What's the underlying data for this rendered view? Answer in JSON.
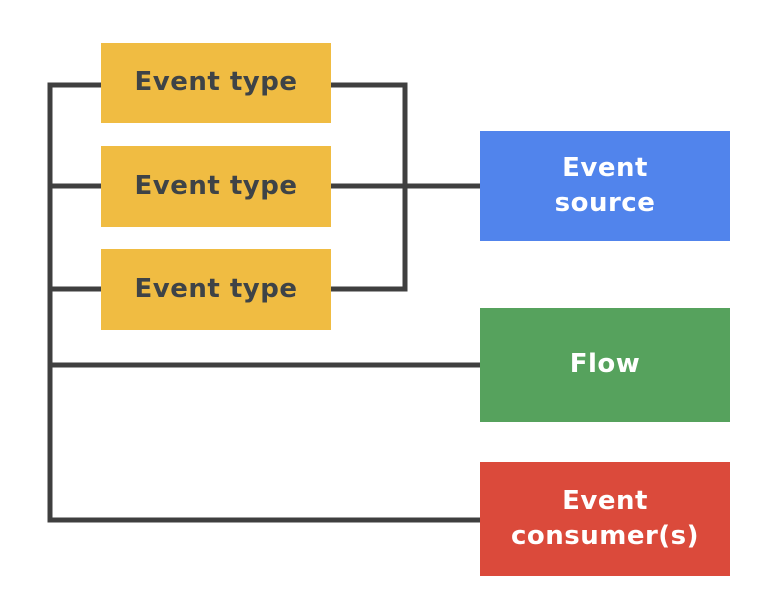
{
  "diagram": {
    "type": "block-connector-diagram",
    "background": "#FFFFFF",
    "nodes": {
      "event_type_1": {
        "label": "Event type",
        "shape": "rectangle",
        "fill": "#F0BC42",
        "text_color": "#3E4347"
      },
      "event_type_2": {
        "label": "Event type",
        "shape": "rectangle",
        "fill": "#F0BC42",
        "text_color": "#3E4347"
      },
      "event_type_3": {
        "label": "Event type",
        "shape": "rectangle",
        "fill": "#F0BC42",
        "text_color": "#3E4347"
      },
      "event_source": {
        "label": "Event\nsource",
        "shape": "rectangle",
        "fill": "#5184EC",
        "text_color": "#FFFFFF"
      },
      "flow": {
        "label": "Flow",
        "shape": "rectangle",
        "fill": "#56A25D",
        "text_color": "#FFFFFF"
      },
      "event_consumers": {
        "label": "Event\nconsumer(s)",
        "shape": "rectangle",
        "fill": "#DB4A3B",
        "text_color": "#FFFFFF"
      }
    },
    "edges": [
      {
        "from": "event_type_1",
        "to": "left-rail",
        "style": "orthogonal"
      },
      {
        "from": "event_type_2",
        "to": "left-rail",
        "style": "orthogonal"
      },
      {
        "from": "event_type_3",
        "to": "left-rail",
        "style": "orthogonal"
      },
      {
        "from": "event_type_1",
        "to": "right-rail",
        "style": "orthogonal"
      },
      {
        "from": "event_type_2",
        "to": "event_source",
        "style": "orthogonal"
      },
      {
        "from": "event_type_3",
        "to": "right-rail",
        "style": "orthogonal"
      },
      {
        "from": "left-rail",
        "to": "flow",
        "style": "orthogonal"
      },
      {
        "from": "left-rail",
        "to": "event_consumers",
        "style": "orthogonal"
      }
    ],
    "colors": {
      "event_type_fill": "#F0BC42",
      "event_type_text": "#3E4347",
      "event_source_fill": "#5184EC",
      "flow_fill": "#56A25D",
      "event_consumers_fill": "#DB4A3B",
      "light_text": "#FFFFFF",
      "connector_line": "#3F3F3F"
    }
  }
}
